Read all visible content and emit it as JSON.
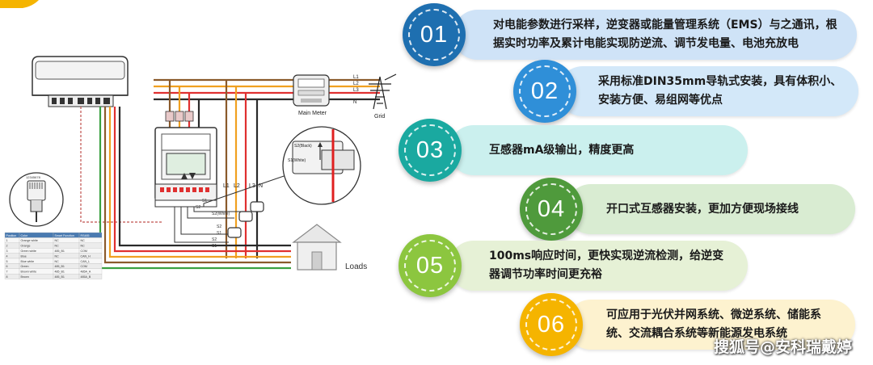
{
  "diagram": {
    "wire_labels": [
      "L1",
      "L2",
      "L3",
      "N"
    ],
    "main_meter_label": "Main Meter",
    "grid_label": "Grid",
    "loads_label": "Loads",
    "ct_labels": [
      "S2",
      "S1",
      "S2",
      "S1",
      "S2",
      "S1"
    ],
    "ct_box_labels": [
      "S2(Black)",
      "S1(White)"
    ],
    "ct_top_label": "S2(White)",
    "meter_port_label": "RS485",
    "wire_colors": {
      "L1": "#8a5a2b",
      "L2": "#f0a020",
      "L3": "#e03030",
      "N": "#2a2a2a",
      "green": "#3aa040",
      "ct_red": "#e02020"
    },
    "pinout_table": {
      "headers": [
        "Position",
        "Color",
        "Smart Function",
        "RS485"
      ],
      "rows": [
        [
          "1",
          "Orange white",
          "NC",
          "NC"
        ],
        [
          "2",
          "Orange",
          "NC",
          "NC"
        ],
        [
          "3",
          "Green white",
          "485_B1",
          "COM"
        ],
        [
          "4",
          "Blue",
          "NC",
          "CAN_H"
        ],
        [
          "5",
          "Blue white",
          "NC",
          "CAN_L"
        ],
        [
          "6",
          "Green",
          "485_B1",
          "COM"
        ],
        [
          "7",
          "Brown white",
          "485_B1",
          "485A_A"
        ],
        [
          "8",
          "Brown",
          "485_B1",
          "485A_B"
        ]
      ]
    }
  },
  "features": [
    {
      "num": "01",
      "text": "对电能参数进行采样，逆变器或能量管理系统（EMS）与之通讯，根据实时功率及累计电能实现防逆流、调节发电量、电池充放电",
      "circle_color": "#1e6fb0",
      "pill_color": "#cfe3f7"
    },
    {
      "num": "02",
      "text": "采用标准DIN35mm导轨式安装，具有体积小、安装方便、易组网等优点",
      "circle_color": "#2f8fd8",
      "pill_color": "#d3e8f9"
    },
    {
      "num": "03",
      "text": "互感器mA级输出，精度更高",
      "circle_color": "#1aa9a0",
      "pill_color": "#cbf0ee"
    },
    {
      "num": "04",
      "text": "开口式互感器安装，更加方便现场接线",
      "circle_color": "#4f9a3c",
      "pill_color": "#d9ecd2"
    },
    {
      "num": "05",
      "text": "100ms响应时间，更快实现逆流检测，给逆变器调节功率时间更充裕",
      "circle_color": "#8cc63f",
      "pill_color": "#e6f1d6"
    },
    {
      "num": "06",
      "text": "可应用于光伏并网系统、微逆系统、储能系统、交流耦合系统等新能源发电系统",
      "circle_color": "#f5b400",
      "pill_color": "#fdf2cf"
    }
  ],
  "watermark": "搜狐号@安科瑞戴婷"
}
